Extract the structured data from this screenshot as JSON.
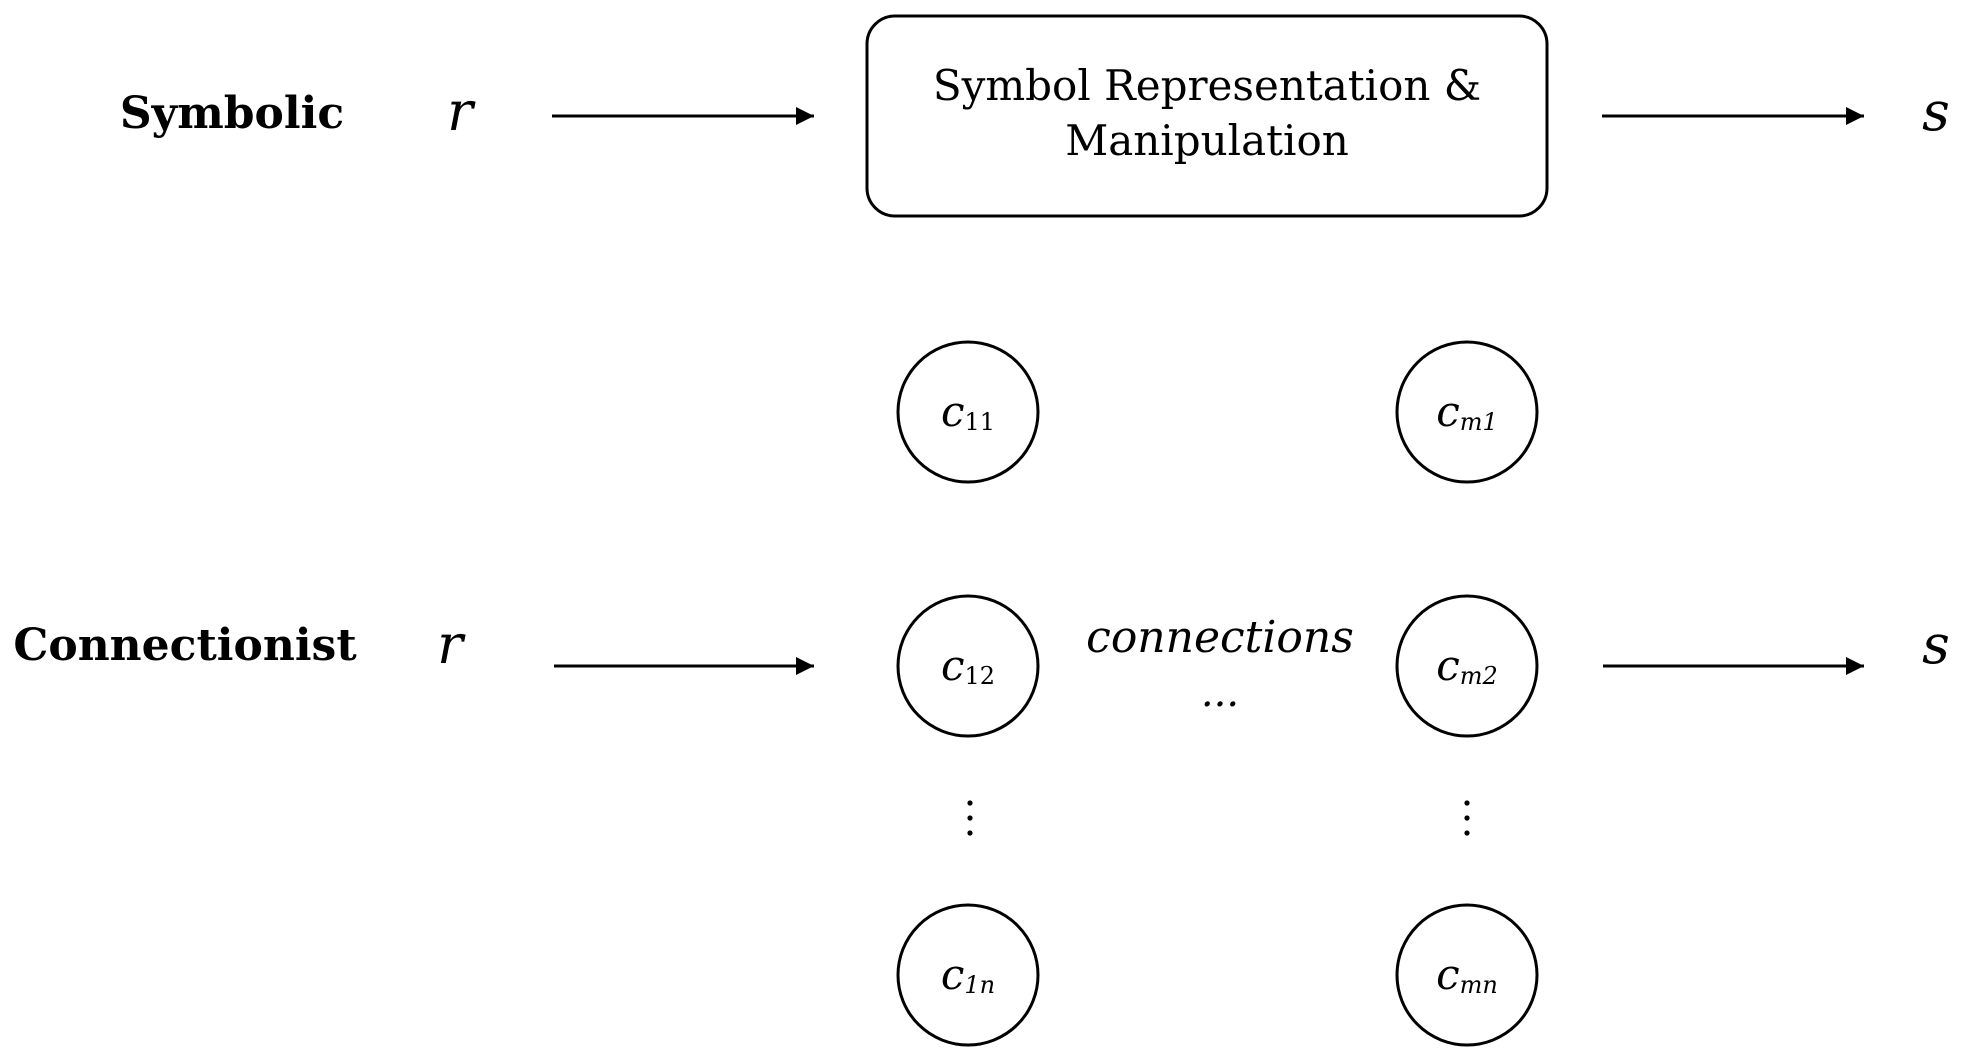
{
  "symbolic": {
    "label": "Symbolic",
    "input": "r",
    "box_line1": "Symbol Representation &",
    "box_line2": "Manipulation",
    "output": "s"
  },
  "connectionist": {
    "label": "Connectionist",
    "input": "r",
    "output": "s",
    "connections_label": "connections",
    "connections_ellipsis": "...",
    "nodes": [
      {
        "base": "c",
        "sub": "11"
      },
      {
        "base": "c",
        "sub": "12"
      },
      {
        "base": "c",
        "sub": "1n"
      },
      {
        "base": "c",
        "sub": "m1"
      },
      {
        "base": "c",
        "sub": "m2"
      },
      {
        "base": "c",
        "sub": "mn"
      }
    ]
  }
}
